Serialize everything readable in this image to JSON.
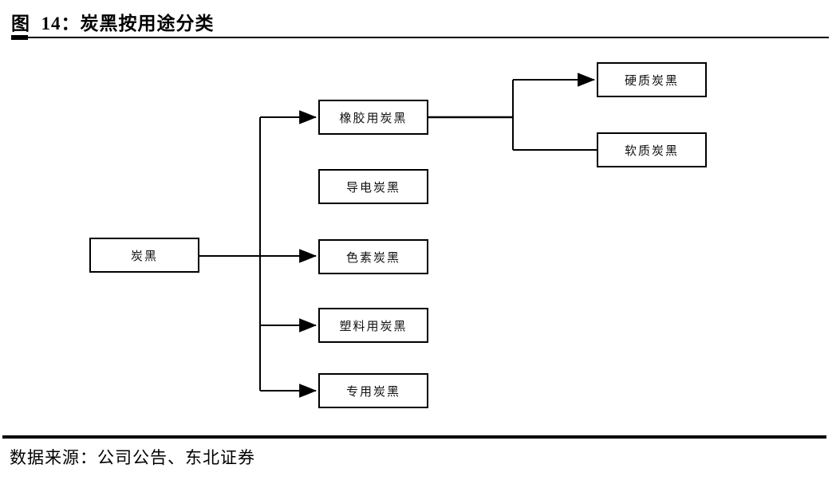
{
  "figure": {
    "title": "图  14：炭黑按用途分类",
    "source": "数据来源：公司公告、东北证券"
  },
  "diagram": {
    "root": {
      "label": "炭黑"
    },
    "level2": [
      {
        "id": "rubber",
        "label": "橡胶用炭黑"
      },
      {
        "id": "conductive",
        "label": "导电炭黑"
      },
      {
        "id": "pigment",
        "label": "色素炭黑"
      },
      {
        "id": "plastic",
        "label": "塑料用炭黑"
      },
      {
        "id": "special",
        "label": "专用炭黑"
      }
    ],
    "level3": [
      {
        "id": "hard",
        "label": "硬质炭黑"
      },
      {
        "id": "soft",
        "label": "软质炭黑"
      }
    ],
    "edges": [
      "炭黑 → 橡胶用炭黑",
      "炭黑 → 色素炭黑",
      "炭黑 → 塑料用炭黑",
      "炭黑 → 专用炭黑",
      "橡胶用炭黑 → 硬质炭黑",
      "橡胶用炭黑 → 软质炭黑"
    ]
  },
  "colors": {
    "line": "#000000",
    "box_border": "#000000",
    "background": "#ffffff",
    "text": "#000000"
  }
}
